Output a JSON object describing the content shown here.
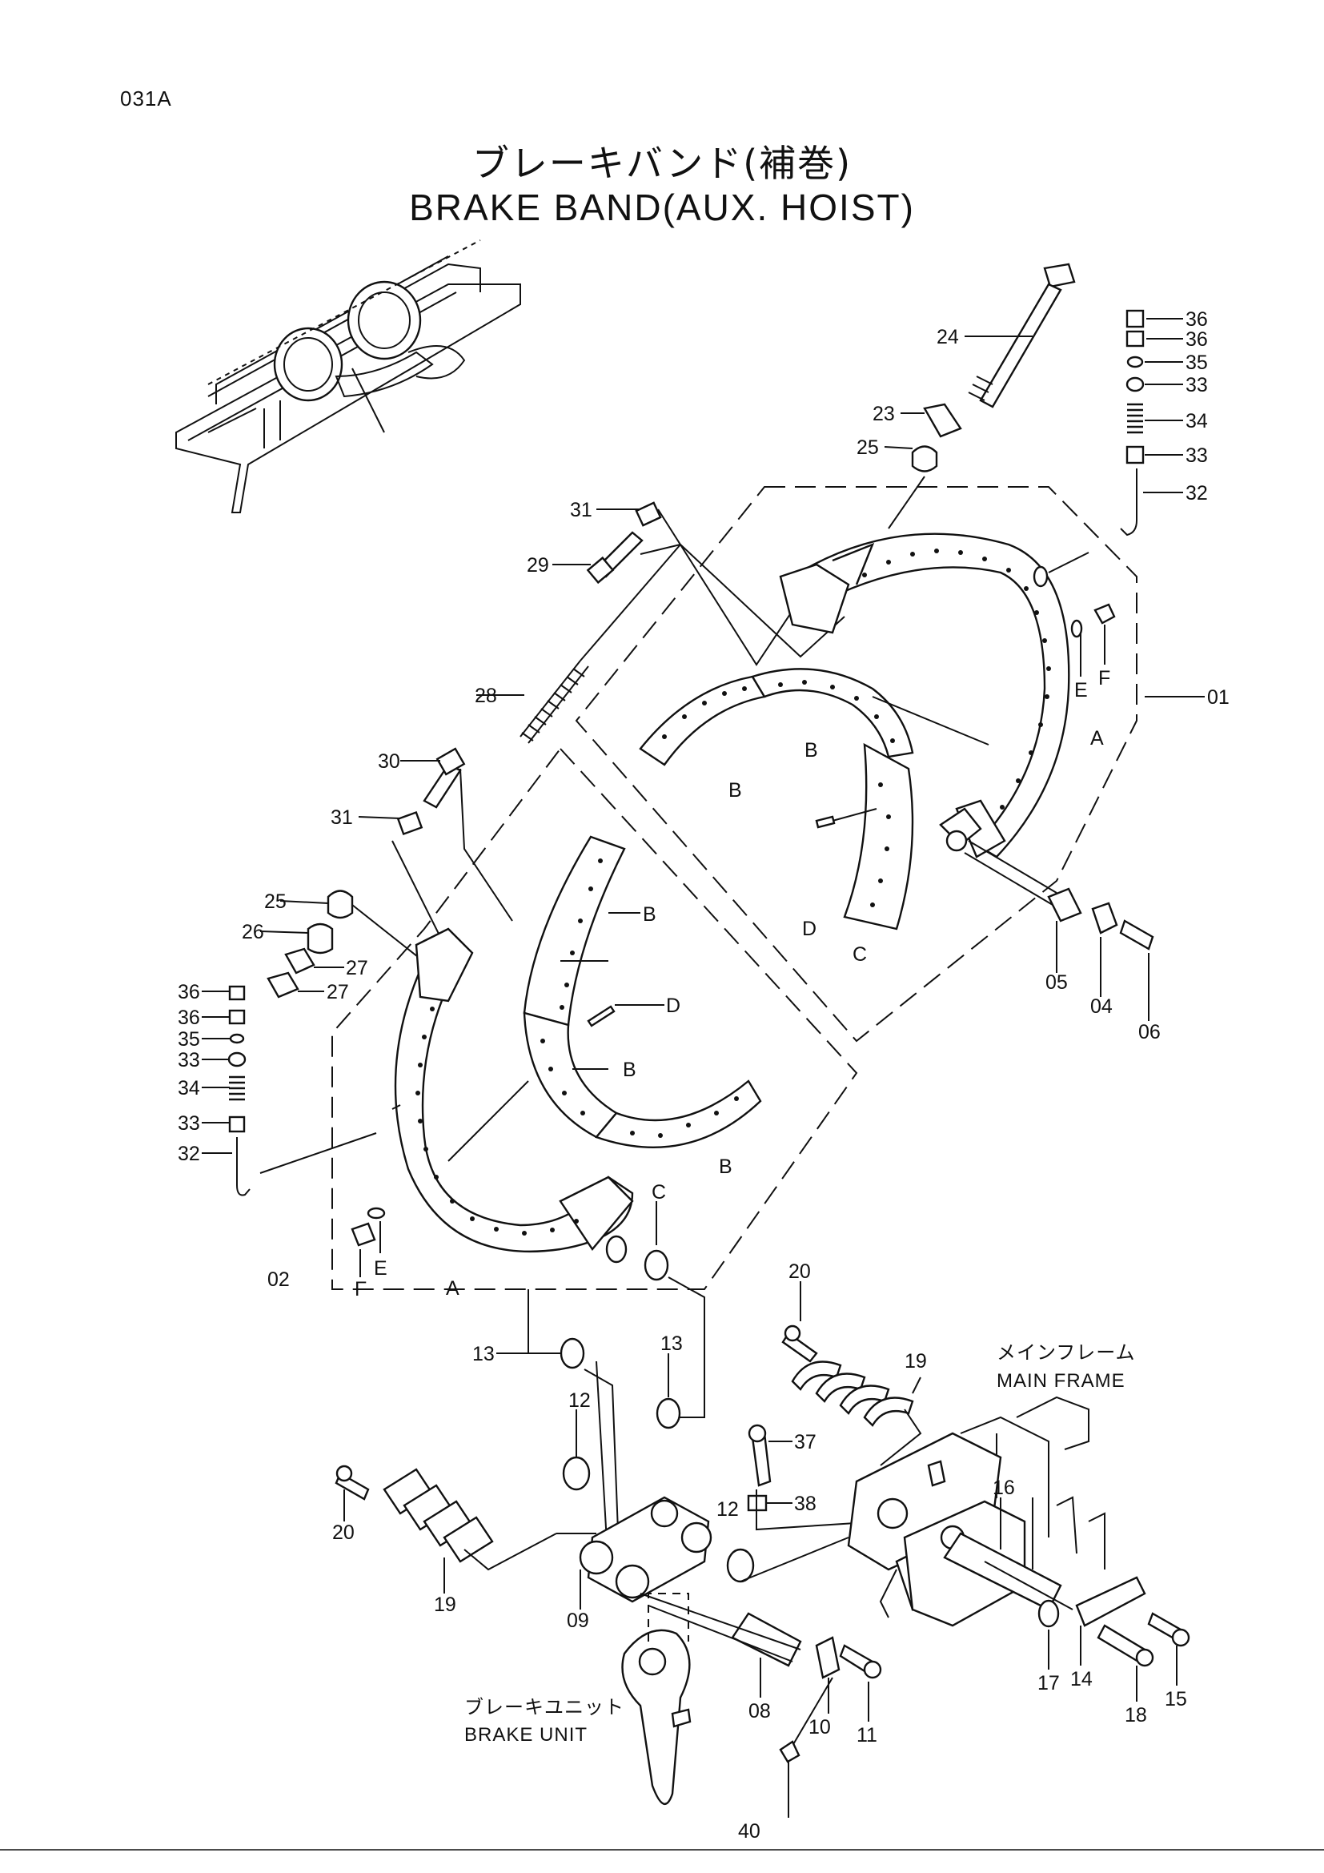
{
  "page_id": "031A",
  "title_jp": "ブレーキバンド(補巻)",
  "title_en": "BRAKE BAND(AUX. HOIST)",
  "callouts": {
    "c36a": "36",
    "c36b": "36",
    "c35a": "35",
    "c33a": "33",
    "c34a": "34",
    "c33b": "33",
    "c32a": "32",
    "c24": "24",
    "c23": "23",
    "c25a": "25",
    "c31a": "31",
    "c29": "29",
    "c28": "28",
    "c30": "30",
    "c31b": "31",
    "c25b": "25",
    "c26": "26",
    "c27a": "27",
    "c27b": "27",
    "c36c": "36",
    "c36d": "36",
    "c35b": "35",
    "c33c": "33",
    "c34b": "34",
    "c33d": "33",
    "c32b": "32",
    "c01": "01",
    "c02": "02",
    "c04": "04",
    "c05": "05",
    "c06": "06",
    "cA1": "A",
    "cA2": "A",
    "cB1": "B",
    "cB2": "B",
    "cB3": "B",
    "cB4": "B",
    "cB5": "B",
    "cC1": "C",
    "cC2": "C",
    "cD1": "D",
    "cD2": "D",
    "cE1": "E",
    "cE2": "E",
    "cF1": "F",
    "cF2": "F",
    "c13a": "13",
    "c13b": "13",
    "c12a": "12",
    "c12b": "12",
    "c20a": "20",
    "c20b": "20",
    "c19a": "19",
    "c19b": "19",
    "c37": "37",
    "c38": "38",
    "c09": "09",
    "c08": "08",
    "c10": "10",
    "c11": "11",
    "c40": "40",
    "c16": "16",
    "c17": "17",
    "c14": "14",
    "c18": "18",
    "c15": "15"
  },
  "notes": {
    "main_frame_jp": "メインフレーム",
    "main_frame_en": "MAIN FRAME",
    "brake_unit_jp": "ブレーキユニット",
    "brake_unit_en": "BRAKE UNIT"
  }
}
